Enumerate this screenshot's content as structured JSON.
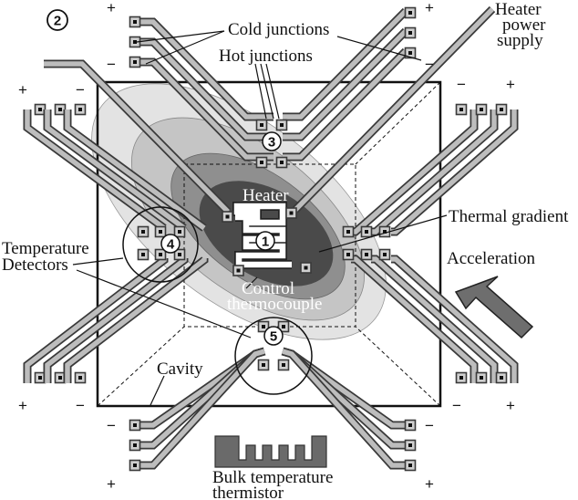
{
  "labels": {
    "cold_junctions": "Cold junctions",
    "hot_junctions": "Hot junctions",
    "heater_power_line1": "Heater",
    "heater_power_line2": "power",
    "heater_power_line3": "supply",
    "heater": "Heater",
    "thermal_gradient": "Thermal gradient",
    "temperature_detectors_line1": "Temperature",
    "temperature_detectors_line2": "Detectors",
    "acceleration": "Acceleration",
    "control_tc_line1": "Control",
    "control_tc_line2": "thermocouple",
    "cavity": "Cavity",
    "bulk_thermistor_line1": "Bulk temperature",
    "bulk_thermistor_line2": "thermistor"
  },
  "markers": {
    "m1": "1",
    "m2": "2",
    "m3": "3",
    "m4": "4",
    "m5": "5"
  },
  "signs": {
    "plus": "+",
    "minus": "−"
  },
  "colors": {
    "outer_contour": "#e3e3e3",
    "contour_2": "#c5c5c5",
    "contour_3": "#8f8f8f",
    "core": "#4a4a4a",
    "trace_edge": "#3a3a3a",
    "trace_fill": "#bdbdbd",
    "arrow_fill": "#6e6e6e"
  }
}
